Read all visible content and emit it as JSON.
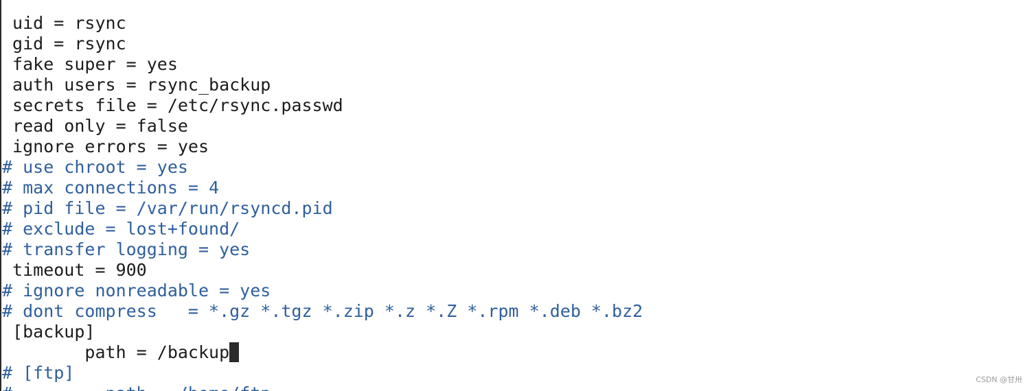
{
  "editor": {
    "lines": [
      {
        "text": " uid = rsync",
        "type": "normal"
      },
      {
        "text": " gid = rsync",
        "type": "normal"
      },
      {
        "text": " fake super = yes",
        "type": "normal"
      },
      {
        "text": " auth users = rsync_backup",
        "type": "normal"
      },
      {
        "text": " secrets file = /etc/rsync.passwd",
        "type": "normal"
      },
      {
        "text": " read only = false",
        "type": "normal"
      },
      {
        "text": " ignore errors = yes",
        "type": "normal"
      },
      {
        "text": "# use chroot = yes",
        "type": "comment"
      },
      {
        "text": "# max connections = 4",
        "type": "comment"
      },
      {
        "text": "# pid file = /var/run/rsyncd.pid",
        "type": "comment"
      },
      {
        "text": "# exclude = lost+found/",
        "type": "comment"
      },
      {
        "text": "# transfer logging = yes",
        "type": "comment"
      },
      {
        "text": " timeout = 900",
        "type": "normal"
      },
      {
        "text": "# ignore nonreadable = yes",
        "type": "comment"
      },
      {
        "text": "# dont compress   = *.gz *.tgz *.zip *.z *.Z *.rpm *.deb *.bz2",
        "type": "comment"
      },
      {
        "text": " [backup]",
        "type": "normal"
      },
      {
        "text": "        path = /backup",
        "type": "normal",
        "cursor": true
      },
      {
        "text": "# [ftp]",
        "type": "comment"
      },
      {
        "text": "#         path = /home/ftp",
        "type": "comment"
      }
    ]
  },
  "watermark": "CSDN @甘卅"
}
